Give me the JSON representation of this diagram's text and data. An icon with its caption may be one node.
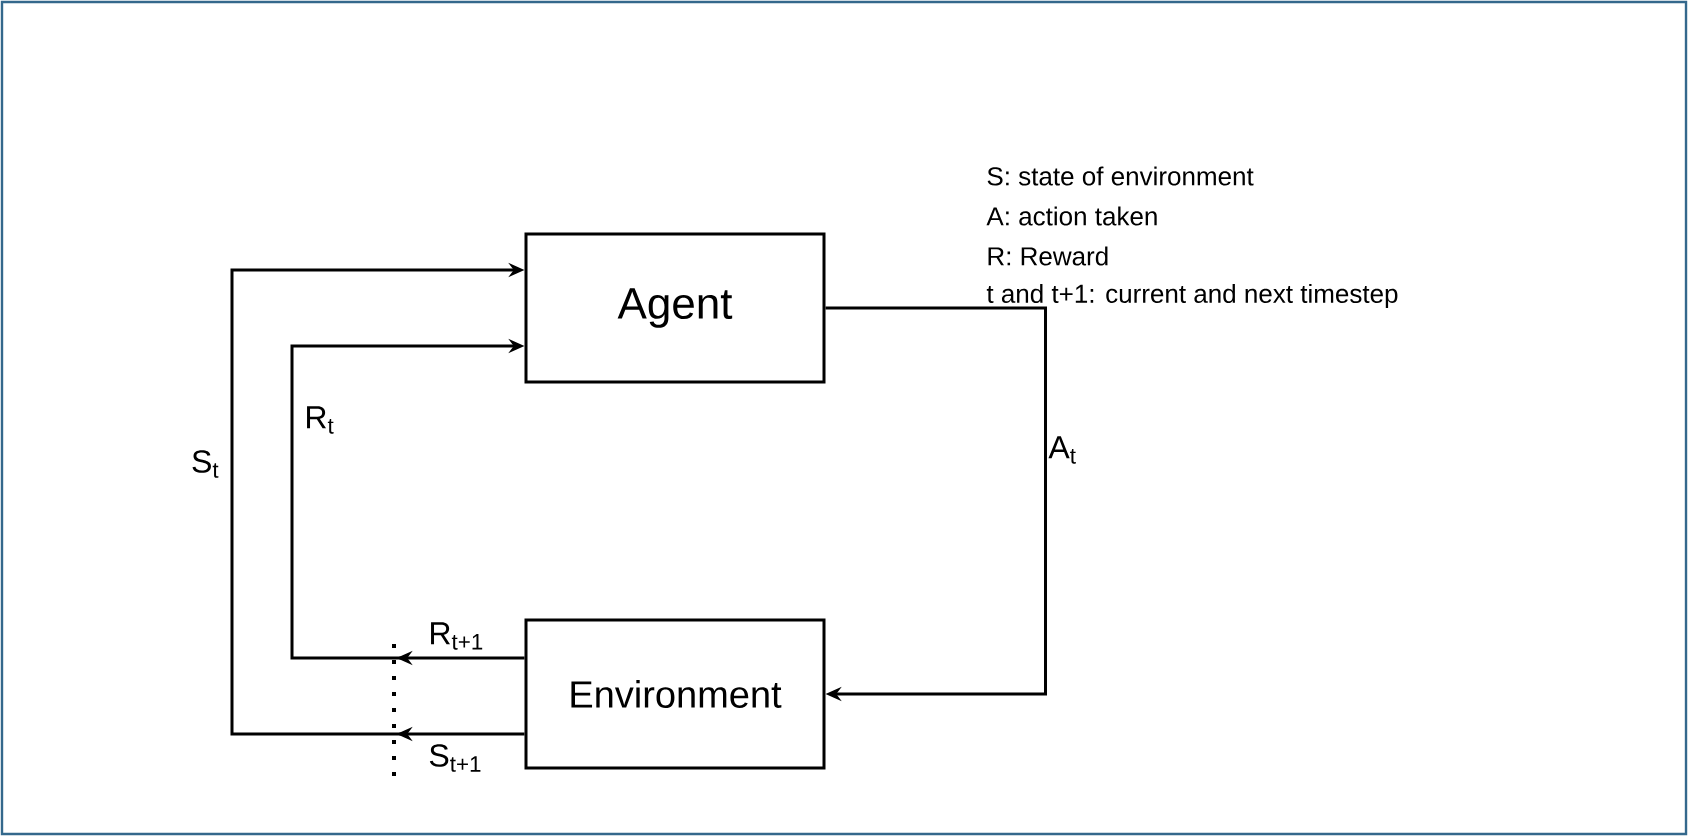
{
  "diagram": {
    "nodes": [
      {
        "text": [
          "Agent"
        ]
      },
      {
        "text": [
          "Environment"
        ]
      }
    ],
    "edges": [
      {
        "from": 0,
        "to": 1,
        "arrow": "to",
        "label": "A$_{t}$"
      },
      {
        "from": 1,
        "to": 0,
        "arrow": "to",
        "label": "R$_{t}$"
      },
      {
        "from": 1,
        "to": 0,
        "arrow": "to",
        "label": "S$_{t}$"
      }
    ],
    "labels": [
      "S: state of environment",
      "A: action taken",
      "R: Reward",
      "t and t+1: current and next timestep",
      "R$_{t+1}$",
      "S$_{t+1}$"
    ]
  }
}
